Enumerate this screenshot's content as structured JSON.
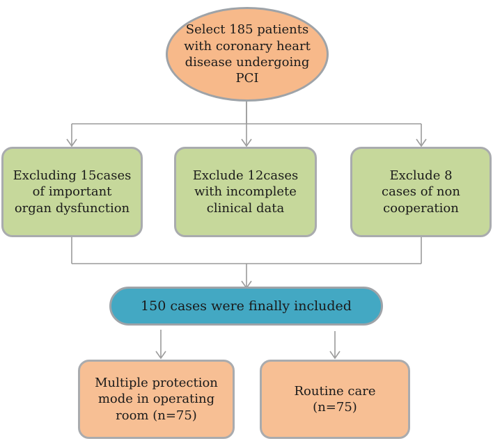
{
  "start": {
    "text": "Select 185 patients\nwith coronary heart\ndisease undergoing\nPCI"
  },
  "exclusions": [
    {
      "text": "Excluding 15cases\nof important\norgan dysfunction"
    },
    {
      "text": "Exclude 12cases\nwith incomplete\nclinical data"
    },
    {
      "text": "Exclude 8\ncases of non\ncooperation"
    }
  ],
  "included": {
    "text": "150 cases were finally included"
  },
  "groups": [
    {
      "text": "Multiple protection\nmode in operating\nroom (n=75)"
    },
    {
      "text": "Routine care\n(n=75)"
    }
  ],
  "colors": {
    "start_fill": "#f7b98a",
    "exclusion_fill": "#c6d89b",
    "included_fill": "#43a8c3",
    "group_fill": "#f7bf94",
    "border": "#9ea3a8",
    "connector": "#9a9a9a"
  }
}
